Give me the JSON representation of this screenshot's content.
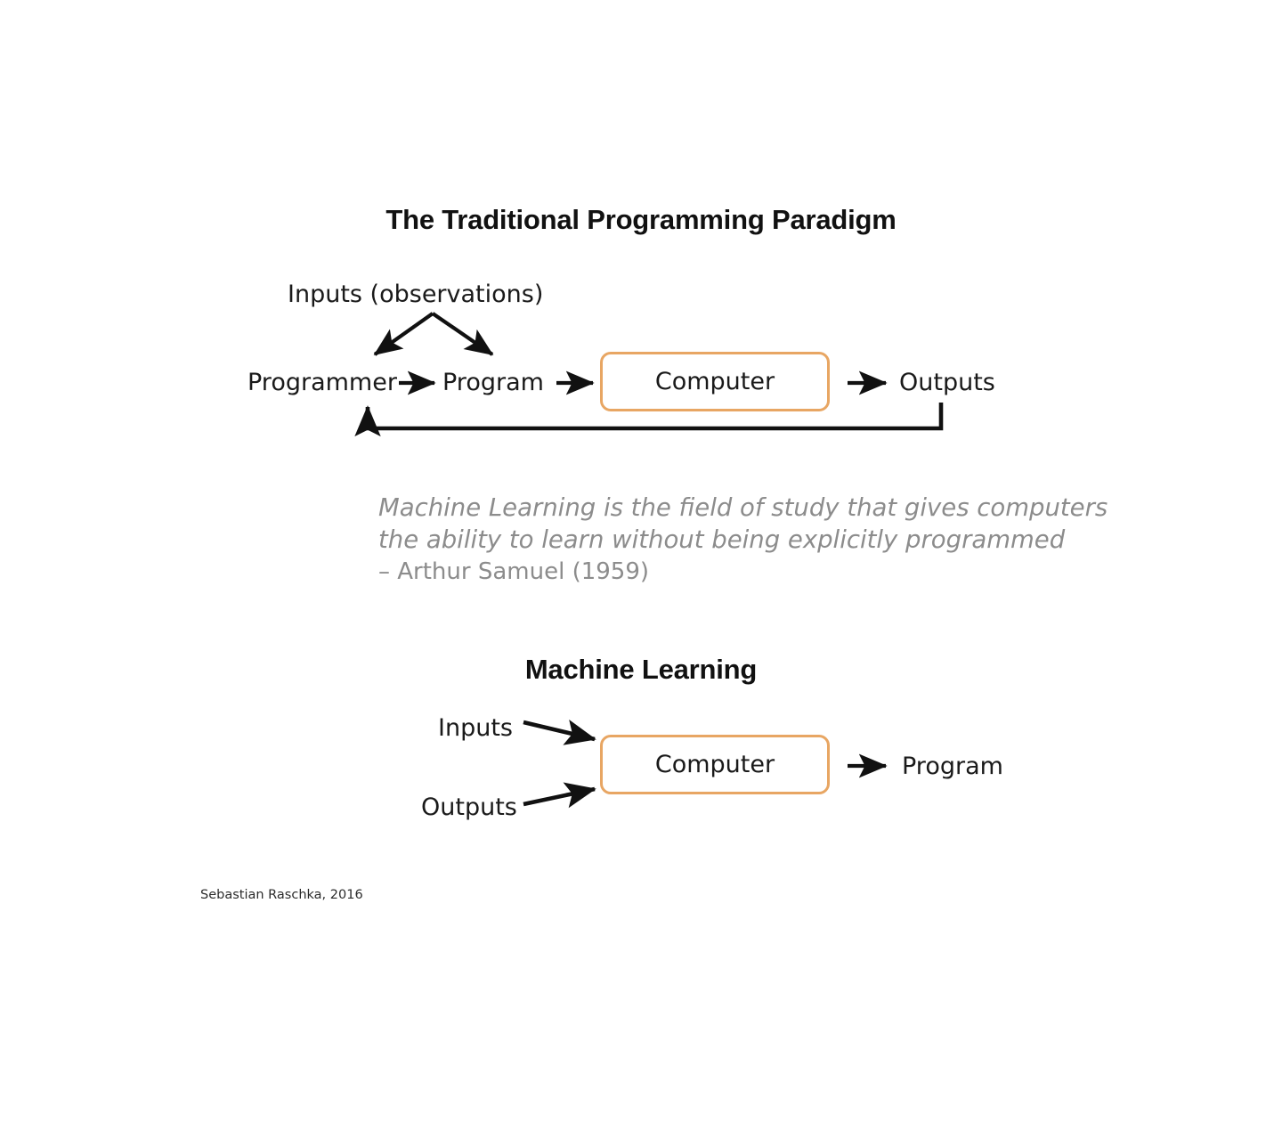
{
  "slide": {
    "background_color": "#ffffff",
    "accent_color": "#e8a663",
    "text_color": "#1a1a1a",
    "muted_text_color": "#8c8c8c"
  },
  "traditional": {
    "title": "The Traditional Programming Paradigm",
    "inputs_label": "Inputs (observations)",
    "programmer_label": "Programmer",
    "program_label": "Program",
    "computer_label": "Computer",
    "outputs_label": "Outputs"
  },
  "quote": {
    "line1": "Machine Learning is the field of study that gives computers",
    "line2": "the ability to learn without being explicitly programmed",
    "attribution": "– Arthur Samuel (1959)"
  },
  "machine_learning": {
    "title": "Machine Learning",
    "inputs_label": "Inputs",
    "outputs_label": "Outputs",
    "computer_label": "Computer",
    "program_label": "Program"
  },
  "footer": {
    "credit": "Sebastian Raschka, 2016"
  }
}
